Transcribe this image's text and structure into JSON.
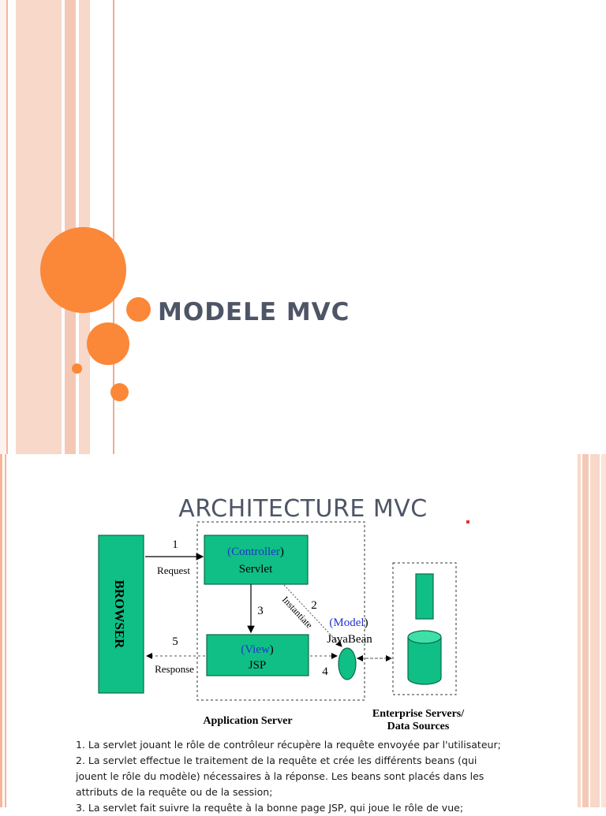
{
  "slide1": {
    "title": "MODELE MVC",
    "colors": {
      "accent": "#fb8738",
      "title": "#4d5566",
      "stripe_light": "#fbe3d8",
      "stripe_mid": "#f3c9b5",
      "stripe_line": "#f6a98a"
    }
  },
  "slide2": {
    "title": "ARCHITECTURE MVC",
    "diagram": {
      "browser_label": "BROWSER",
      "controller_prefix": "(",
      "controller_word": "Controller",
      "controller_suffix": ")",
      "servlet_label": "Servlet",
      "view_prefix": "(",
      "view_word": "View",
      "view_suffix": ")",
      "jsp_label": "JSP",
      "model_prefix": "(",
      "model_word": "Model",
      "model_suffix": ")",
      "javabean_label": "JavaBean",
      "step1": "1",
      "step2": "2",
      "step3": "3",
      "step4": "4",
      "step5": "5",
      "request_label": "Request",
      "response_label": "Response",
      "instantiate_label": "Instantiate",
      "app_server_label": "Application Server",
      "enterprise_line1": "Enterprise Servers/",
      "enterprise_line2": "Data Sources",
      "colors": {
        "box_fill": "#0fbf86",
        "box_stroke": "#0a6a4a",
        "blue_text": "#2233cc"
      }
    },
    "steps": [
      "1. La servlet jouant le rôle de contrôleur récupère la requête envoyée par l'utilisateur;",
      "2. La servlet effectue le traitement de la requête et crée les différents beans (qui",
      "jouent le rôle du modèle) nécessaires à la réponse. Les beans sont placés dans les",
      "attributs de la requête ou de la session;",
      "3. La servlet fait suivre la requête à la bonne page JSP, qui joue le rôle de vue;"
    ]
  }
}
